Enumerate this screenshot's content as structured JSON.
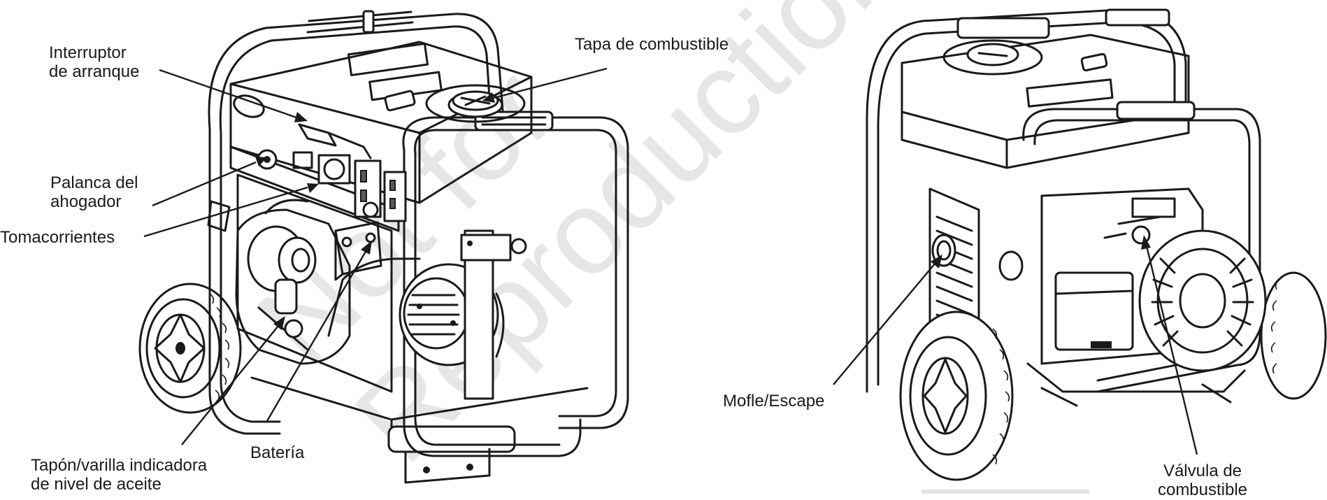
{
  "watermark": {
    "line1": "Not for",
    "line2": "Reproduction"
  },
  "left_view": {
    "callouts": [
      {
        "id": "start-switch",
        "lines": [
          "Interruptor",
          "de arranque"
        ]
      },
      {
        "id": "choke-lever",
        "lines": [
          "Palanca del",
          "ahogador"
        ]
      },
      {
        "id": "outlets",
        "lines": [
          "Tomacorrientes"
        ]
      },
      {
        "id": "oil-dipstick",
        "lines": [
          "Tapón/varilla indicadora",
          "de nivel de aceite"
        ]
      },
      {
        "id": "battery",
        "lines": [
          "Batería"
        ]
      },
      {
        "id": "fuel-cap",
        "lines": [
          "Tapa de combustible"
        ]
      }
    ]
  },
  "right_view": {
    "callouts": [
      {
        "id": "muffler",
        "lines": [
          "Mofle/Escape"
        ]
      },
      {
        "id": "fuel-valve",
        "lines": [
          "Válvula de",
          "combustible"
        ]
      }
    ]
  },
  "colors": {
    "ink": "#1a1a1a",
    "watermark": "#e6e6e6",
    "background": "#ffffff"
  }
}
